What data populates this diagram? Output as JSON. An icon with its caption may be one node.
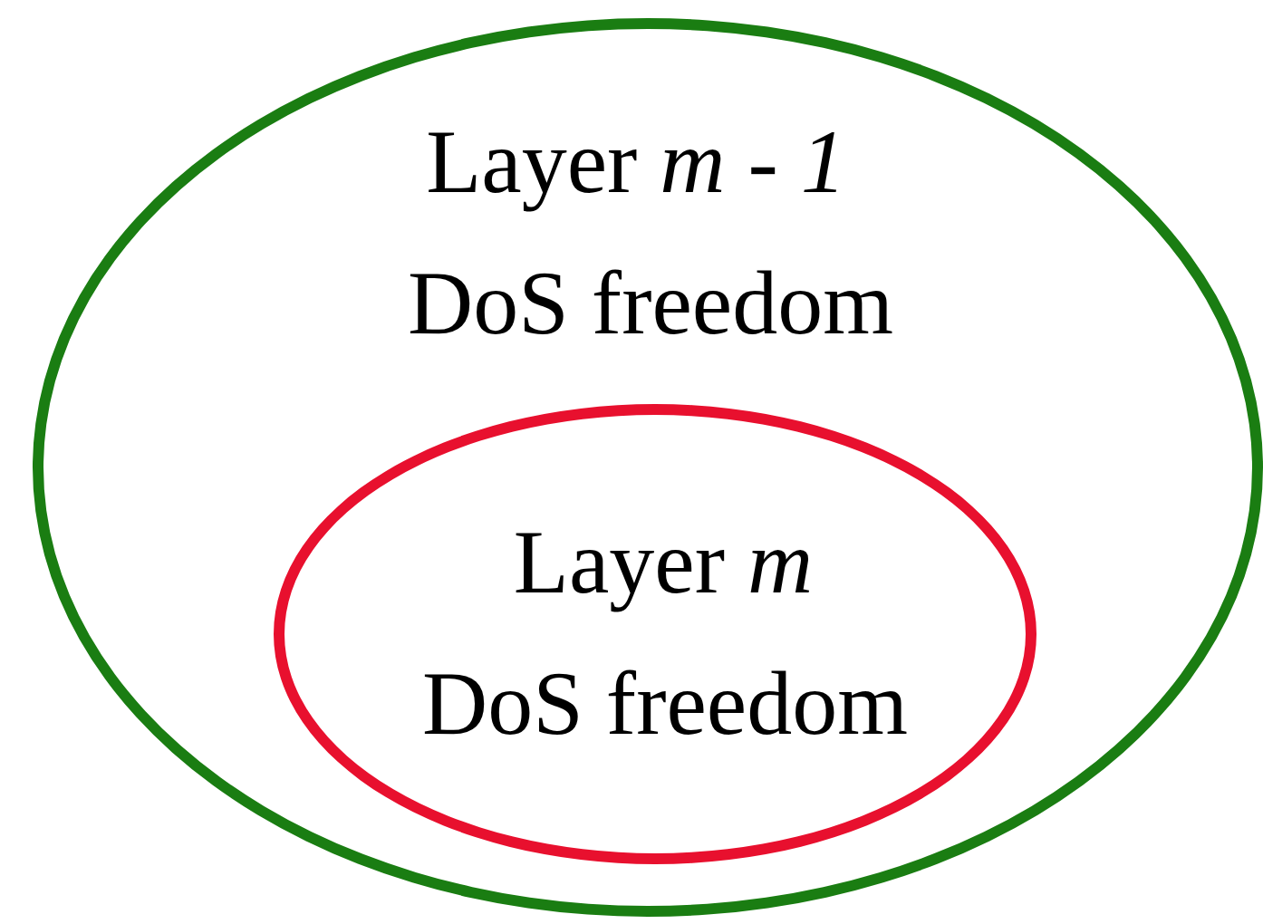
{
  "diagram": {
    "nodes": [
      {
        "text": [
          "Layer *m - 1*",
          "DoS freedom"
        ]
      },
      {
        "text": [
          "Layer *m*",
          "DoS freedom"
        ],
        "in": 0
      }
    ]
  }
}
